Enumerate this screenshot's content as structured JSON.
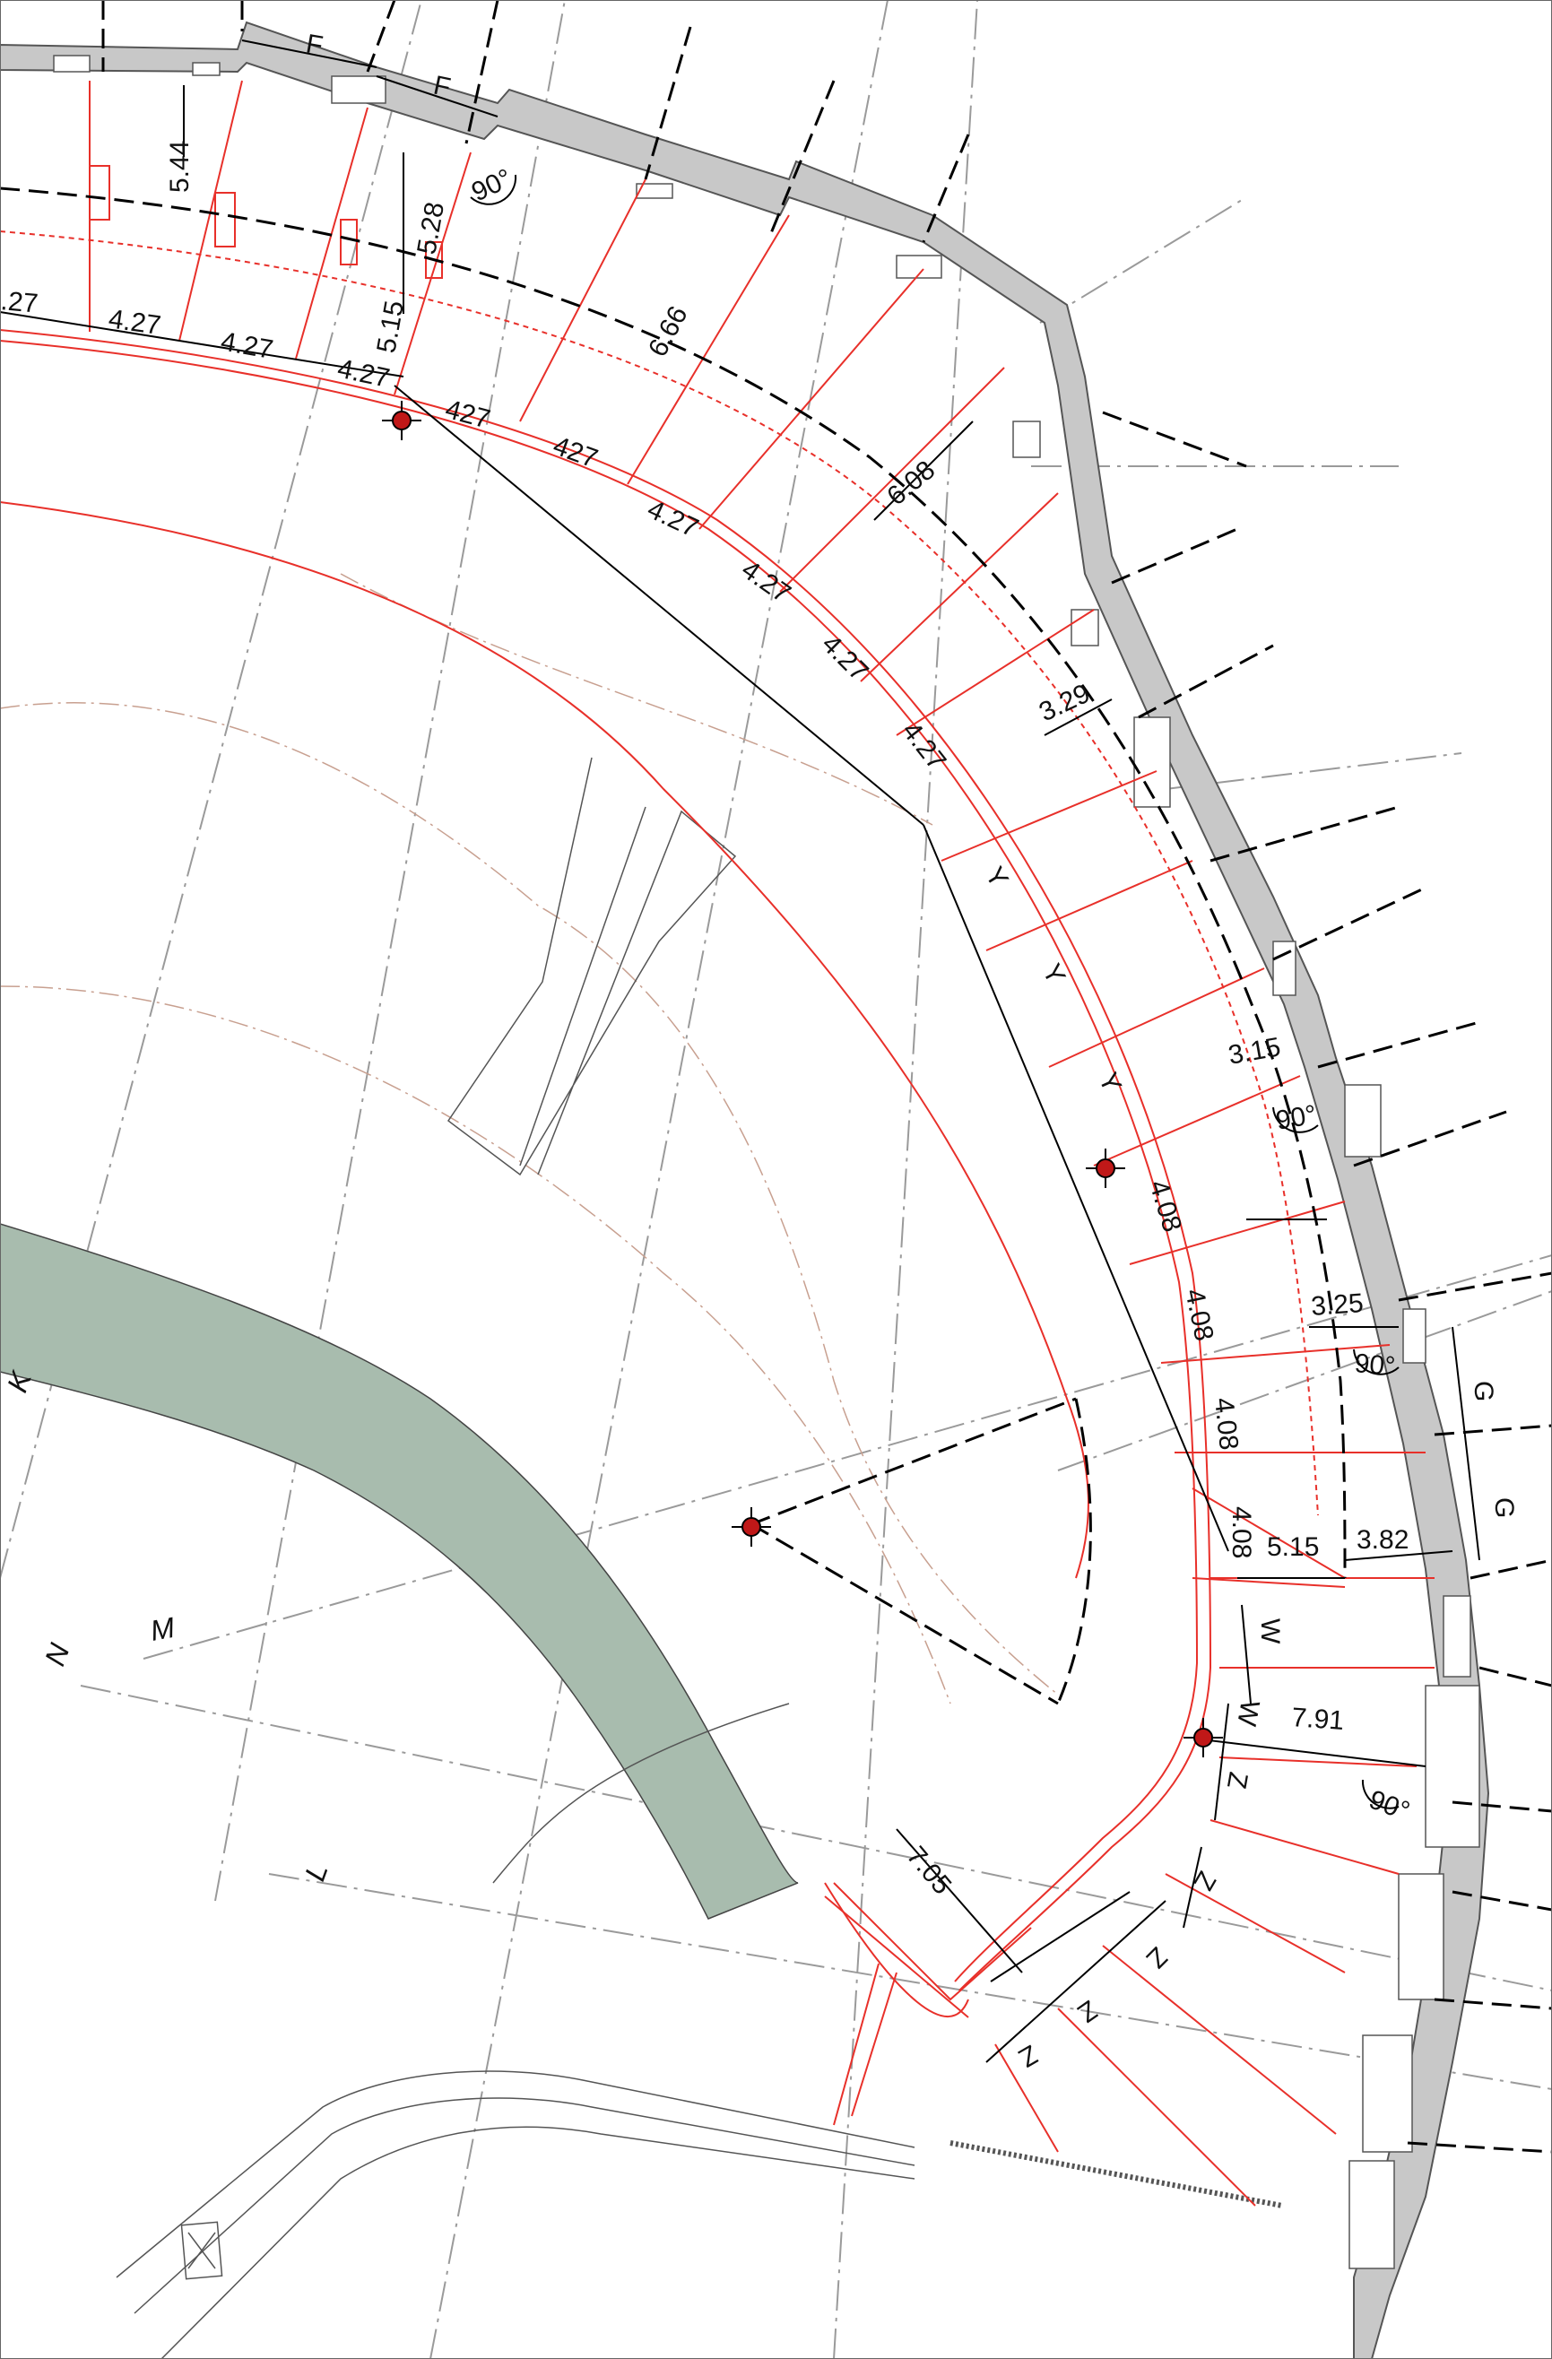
{
  "drawing": {
    "wall_color": "#c8c8c8",
    "wall_outline_color": "#555555",
    "setout_line_color": "#e8302a",
    "centre_marker_color": "#c01818",
    "grass_color": "#a8bcae",
    "construction_line_color": "#000000",
    "grid_line_color": "#9a9a9a"
  },
  "dimensions": {
    "top_row": [
      "4.27",
      "4.27",
      "4.27",
      ".27"
    ],
    "top_vertical": [
      "5.44",
      "5.28",
      "5.15"
    ],
    "top_bays": [
      "F",
      "F"
    ],
    "diag_6_66": "6.66",
    "diag_6_08": "6.08",
    "diag_3_29": "3.29",
    "arc_427": [
      "427",
      "427"
    ],
    "arc_4_27": [
      "4.27",
      "4.27",
      "4.27",
      "4.27"
    ],
    "arc_y": [
      "Y",
      "Y",
      "Y"
    ],
    "arc_4_08": [
      "4.08",
      "4.08",
      "4.08",
      "4.08"
    ],
    "right_3_15": "3.15",
    "right_3_25": "3.25",
    "right_5_15": "5.15",
    "right_3_82": "3.82",
    "right_g": [
      "G",
      "G"
    ],
    "w": [
      "W",
      "W"
    ],
    "z": [
      "Z",
      "Z",
      "Z",
      "Z",
      "Z"
    ],
    "dim_7_91": "7.91",
    "dim_7_05": "7.05",
    "angles": [
      "90°",
      "90°",
      "90°",
      "90°"
    ]
  },
  "grid_labels": [
    "K",
    "N",
    "M",
    "L"
  ]
}
